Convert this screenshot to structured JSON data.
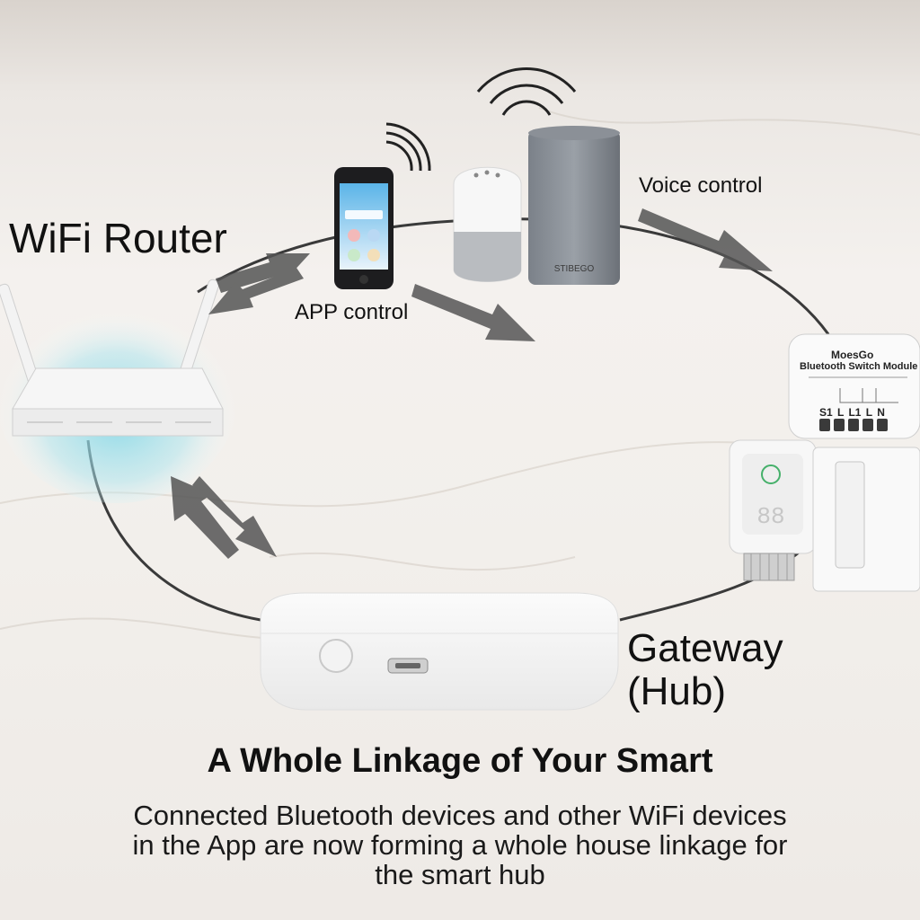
{
  "labels": {
    "wifi_router": "WiFi Router",
    "voice_control": "Voice control",
    "app_control": "APP control",
    "gateway_line1": "Gateway",
    "gateway_line2": "(Hub)"
  },
  "module": {
    "brand": "MoesGo",
    "title": "Bluetooth Switch Module",
    "terminals": "S1 L L1  L  N"
  },
  "headline": "A Whole Linkage of Your Smart",
  "description": [
    "Connected Bluetooth devices and other WiFi devices",
    "in the App are now forming a whole house linkage for",
    "the smart hub"
  ],
  "colors": {
    "wifi_glow": "#7fd6e6",
    "arrow": "#555555",
    "ring": "#3a3a3a"
  }
}
